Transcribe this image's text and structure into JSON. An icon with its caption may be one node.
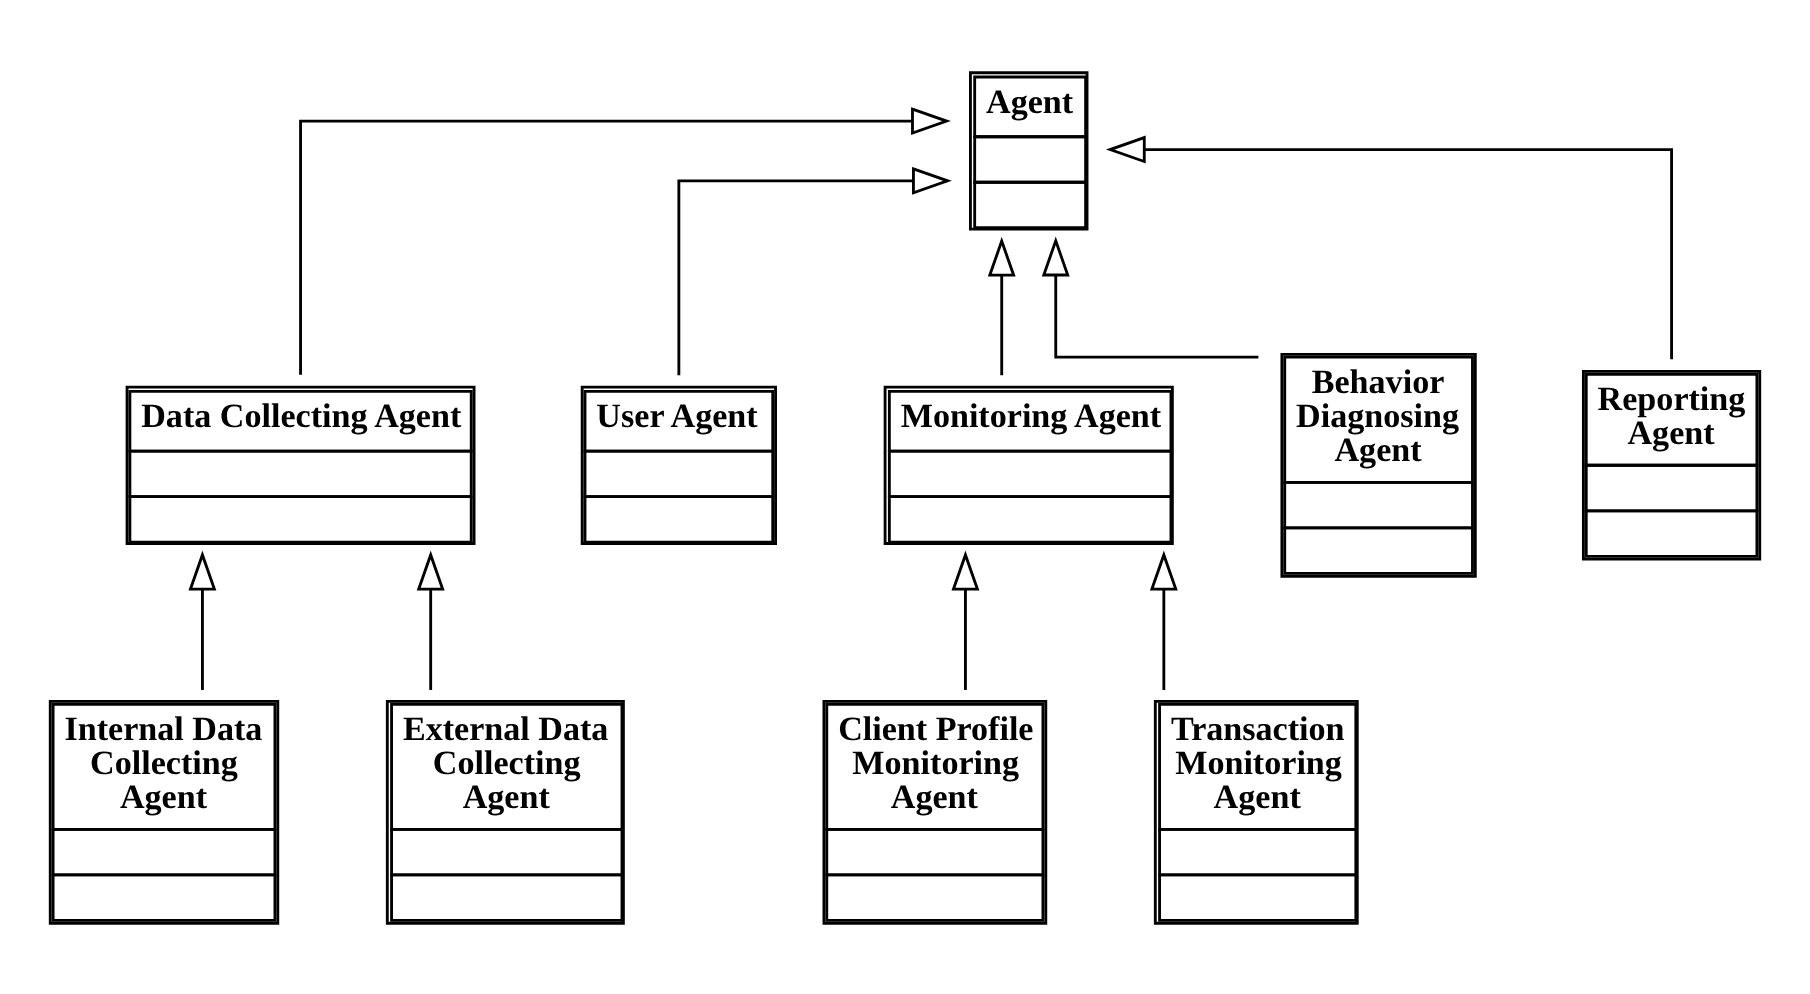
{
  "diagram": {
    "nodes": [
      {
        "text": [
          "Agent"
        ]
      },
      {
        "text": [
          "Data Collecting Agent"
        ]
      },
      {
        "text": [
          "User Agent"
        ]
      },
      {
        "text": [
          "Monitoring Agent"
        ]
      },
      {
        "text": [
          "Behavior Diagnosing Agent"
        ]
      },
      {
        "text": [
          "Reporting Agent"
        ]
      },
      {
        "text": [
          "Internal Data Collecting Agent"
        ]
      },
      {
        "text": [
          "External Data Collecting Agent"
        ]
      },
      {
        "text": [
          "Client Profile Monitoring Agent"
        ]
      },
      {
        "text": [
          "Transaction Monitoring Agent"
        ]
      }
    ],
    "edges": [
      {
        "from": 1,
        "to": 0,
        "arrow": "to"
      },
      {
        "from": 2,
        "to": 0,
        "arrow": "to"
      },
      {
        "from": 3,
        "to": 0,
        "arrow": "to"
      },
      {
        "from": 4,
        "to": 0,
        "arrow": "to"
      },
      {
        "from": 5,
        "to": 0,
        "arrow": "to"
      },
      {
        "from": 6,
        "to": 1,
        "arrow": "to"
      },
      {
        "from": 7,
        "to": 1,
        "arrow": "to"
      },
      {
        "from": 8,
        "to": 3,
        "arrow": "to"
      },
      {
        "from": 9,
        "to": 3,
        "arrow": "to"
      }
    ]
  }
}
